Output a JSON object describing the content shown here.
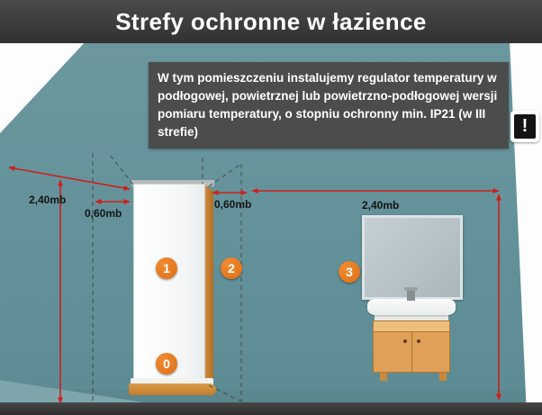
{
  "banner": {
    "title": "Strefy ochronne w łazience"
  },
  "info_box": {
    "text": "W tym pomieszczeniu instalujemy regulator temperatury w podłogowej, powietrznej lub powietrzno-podłogowej wersji pomiaru temperatury, o stopniu ochronny min. IP21 (w III strefie)",
    "warning_glyph": "!"
  },
  "dimensions": {
    "wall_left": "2,40mb",
    "shower_gap_left": "0,60mb",
    "shower_gap_right": "0,60mb",
    "wall_right": "2,40mb"
  },
  "zones": [
    {
      "label": "0"
    },
    {
      "label": "1"
    },
    {
      "label": "2"
    },
    {
      "label": "3"
    }
  ],
  "colors": {
    "wall": "#64929a",
    "accent_red": "#cc1f1a",
    "zone_orange": "#dd6f15",
    "banner_dark": "#3b3b3b"
  }
}
